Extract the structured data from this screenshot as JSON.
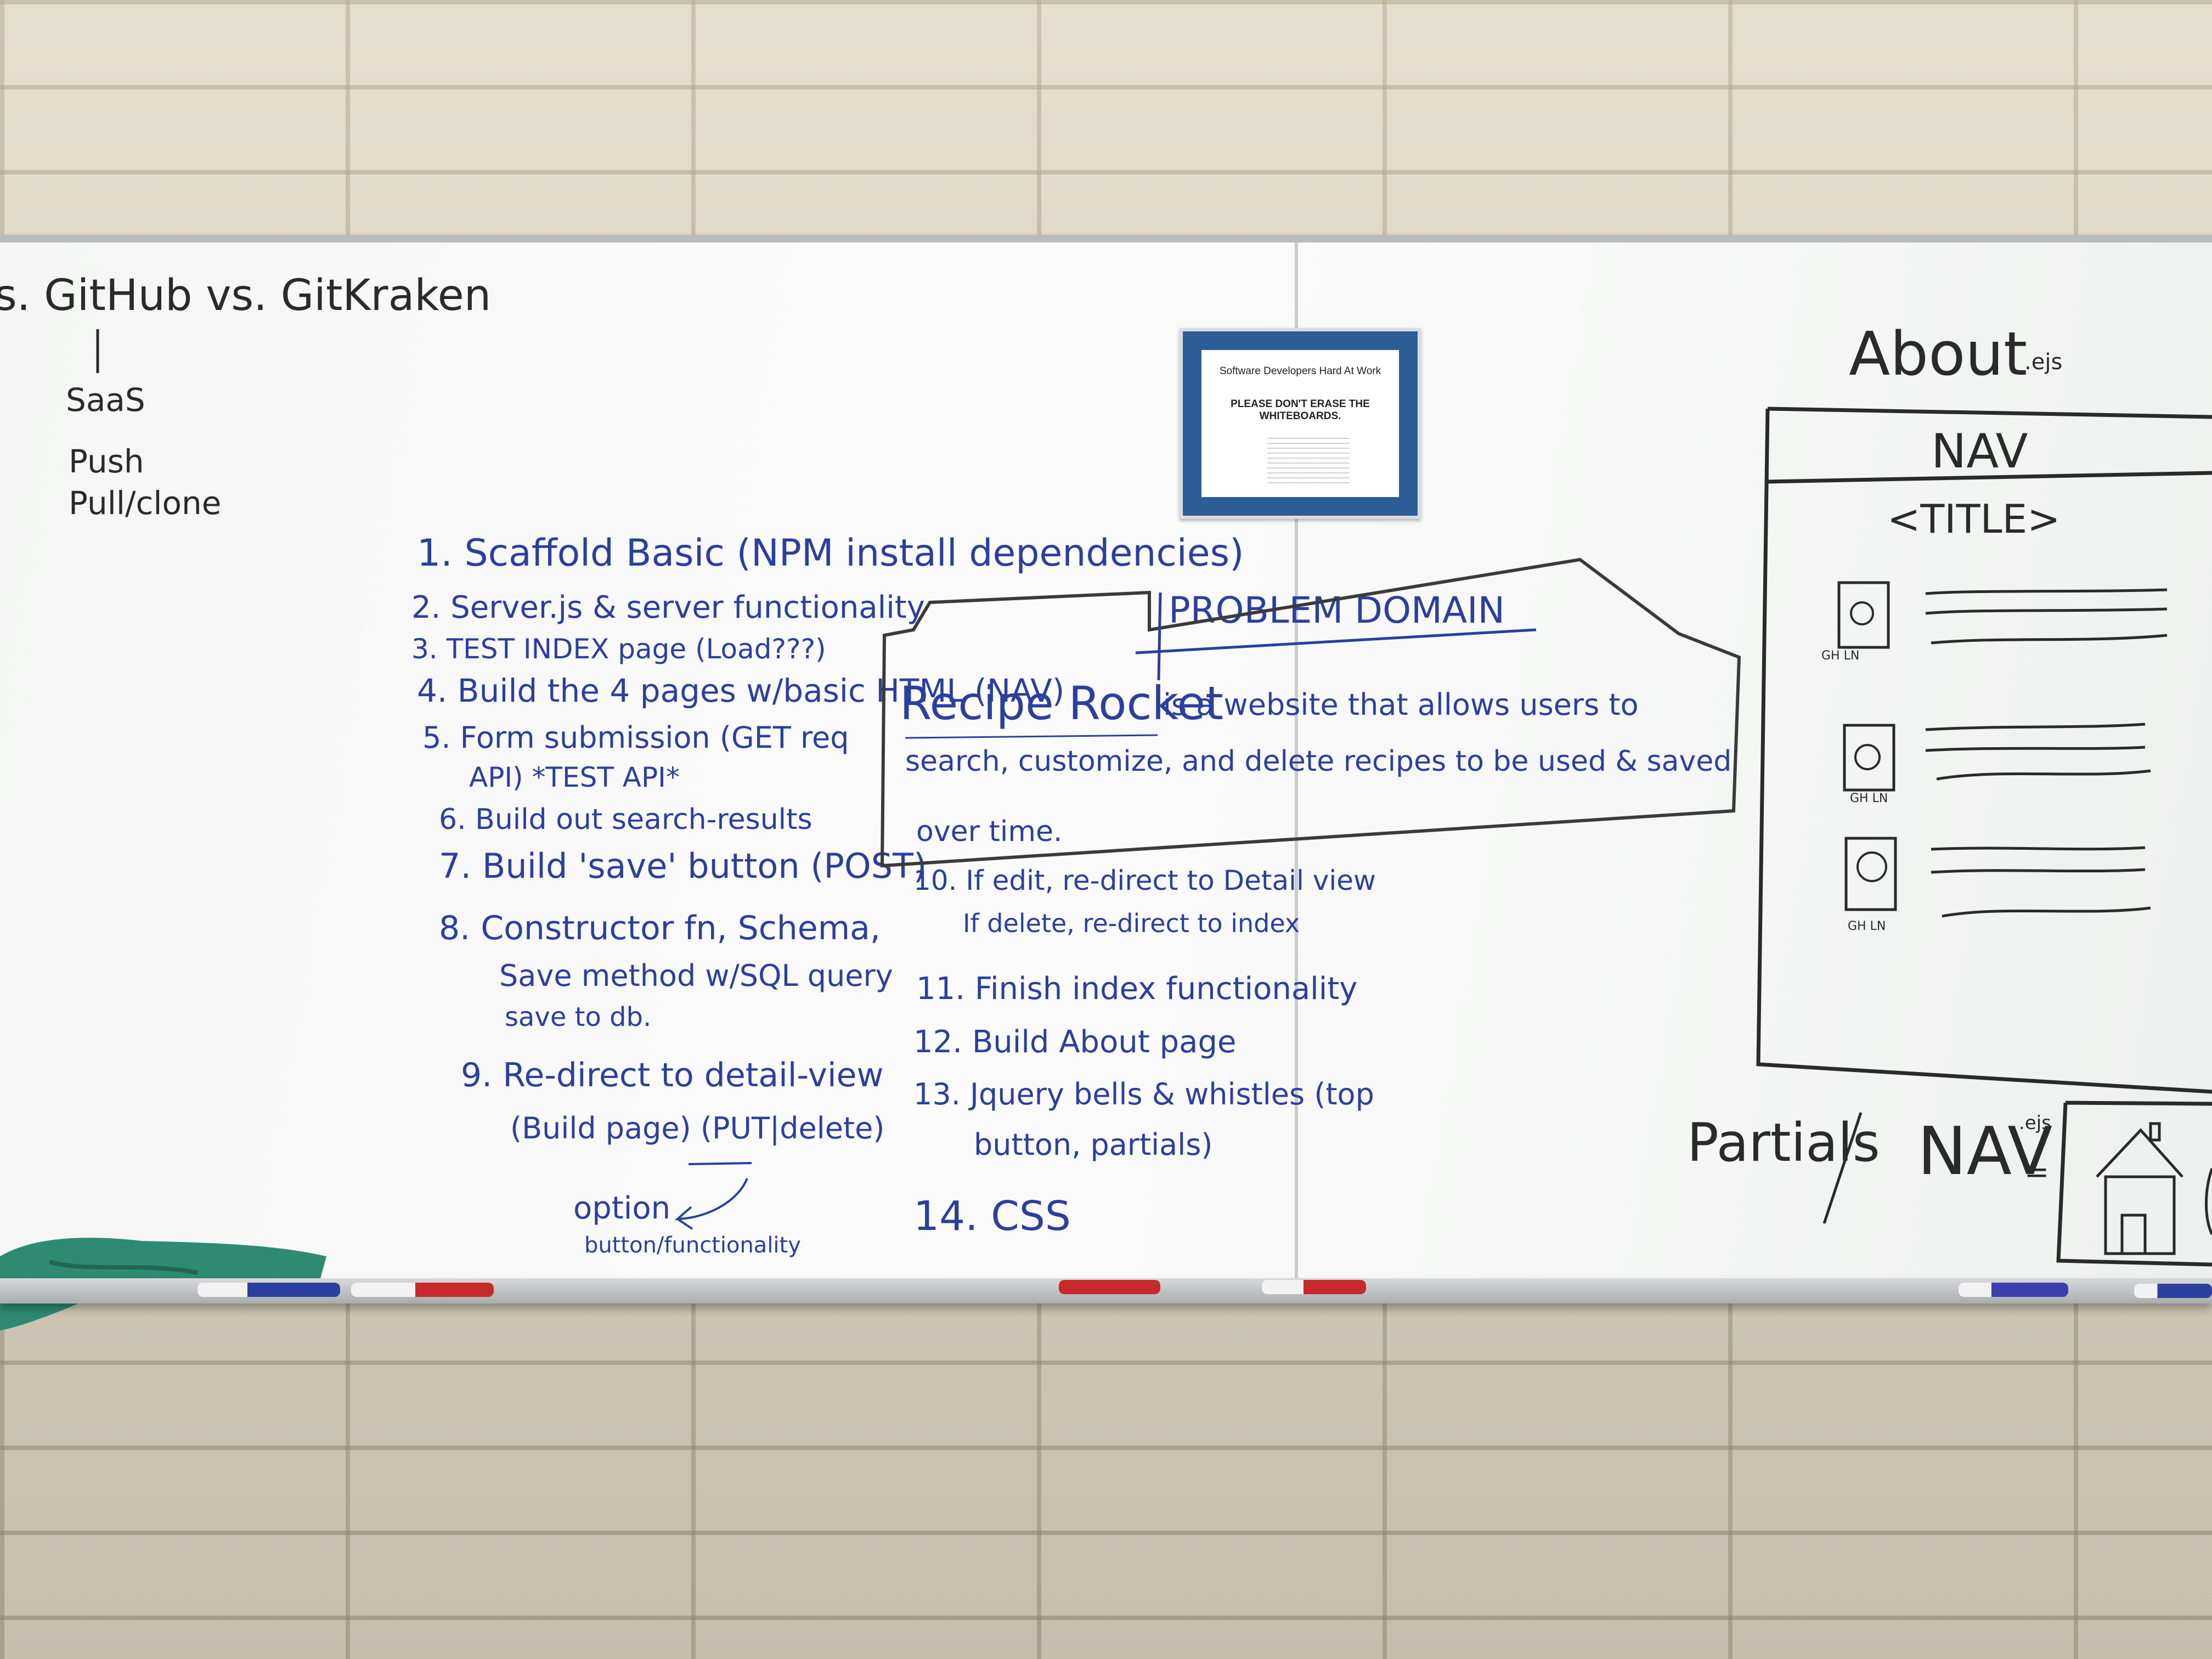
{
  "left_notes": {
    "header": "s. GitHub vs. GitKraken",
    "items": [
      "SaaS",
      "Push",
      "Pull/clone"
    ]
  },
  "sign": {
    "line1": "Software Developers Hard At Work",
    "line2": "PLEASE DON'T ERASE THE WHITEBOARDS."
  },
  "todo": [
    "1. Scaffold Basic (NPM install dependencies)",
    "2. Server.js & server functionality",
    "3. TEST INDEX page (Load???)",
    "4. Build the 4 pages w/basic HTML (NAV)",
    "5. Form submission (GET req",
    "API) *TEST API*",
    "6. Build out search-results",
    "7. Build 'save' button (POST)",
    "8. Constructor fn, Schema,",
    "Save method w/SQL query",
    "save to db.",
    "9. Re-direct to detail-view",
    "(Build page) (PUT|delete)",
    "option",
    "button/functionality"
  ],
  "todo_right": [
    "10. If edit, re-direct to Detail view",
    "If delete, re-direct to index",
    "11. Finish index functionality",
    "12. Build About page",
    "13. Jquery bells & whistles (top",
    "button, partials)",
    "14. CSS"
  ],
  "problem": {
    "title": "PROBLEM DOMAIN",
    "line1_name": "Recipe Rocket",
    "line1_rest": "is a website that allows users to",
    "line2": "search, customize, and delete recipes to be used & saved",
    "line3": "over time."
  },
  "about": {
    "heading": "About",
    "heading_ext": ".ejs",
    "nav": "NAV",
    "title": "<TITLE>",
    "profile_label": "GH LN"
  },
  "partials": {
    "label": "Partials",
    "nav": "NAV",
    "ext": ".ejs",
    "equals": "="
  },
  "colors": {
    "marker_blue": "#2b3f9e",
    "marker_black": "#2a2a2a",
    "sign_border": "#2d5d96",
    "cloth": "#2f8a72"
  }
}
